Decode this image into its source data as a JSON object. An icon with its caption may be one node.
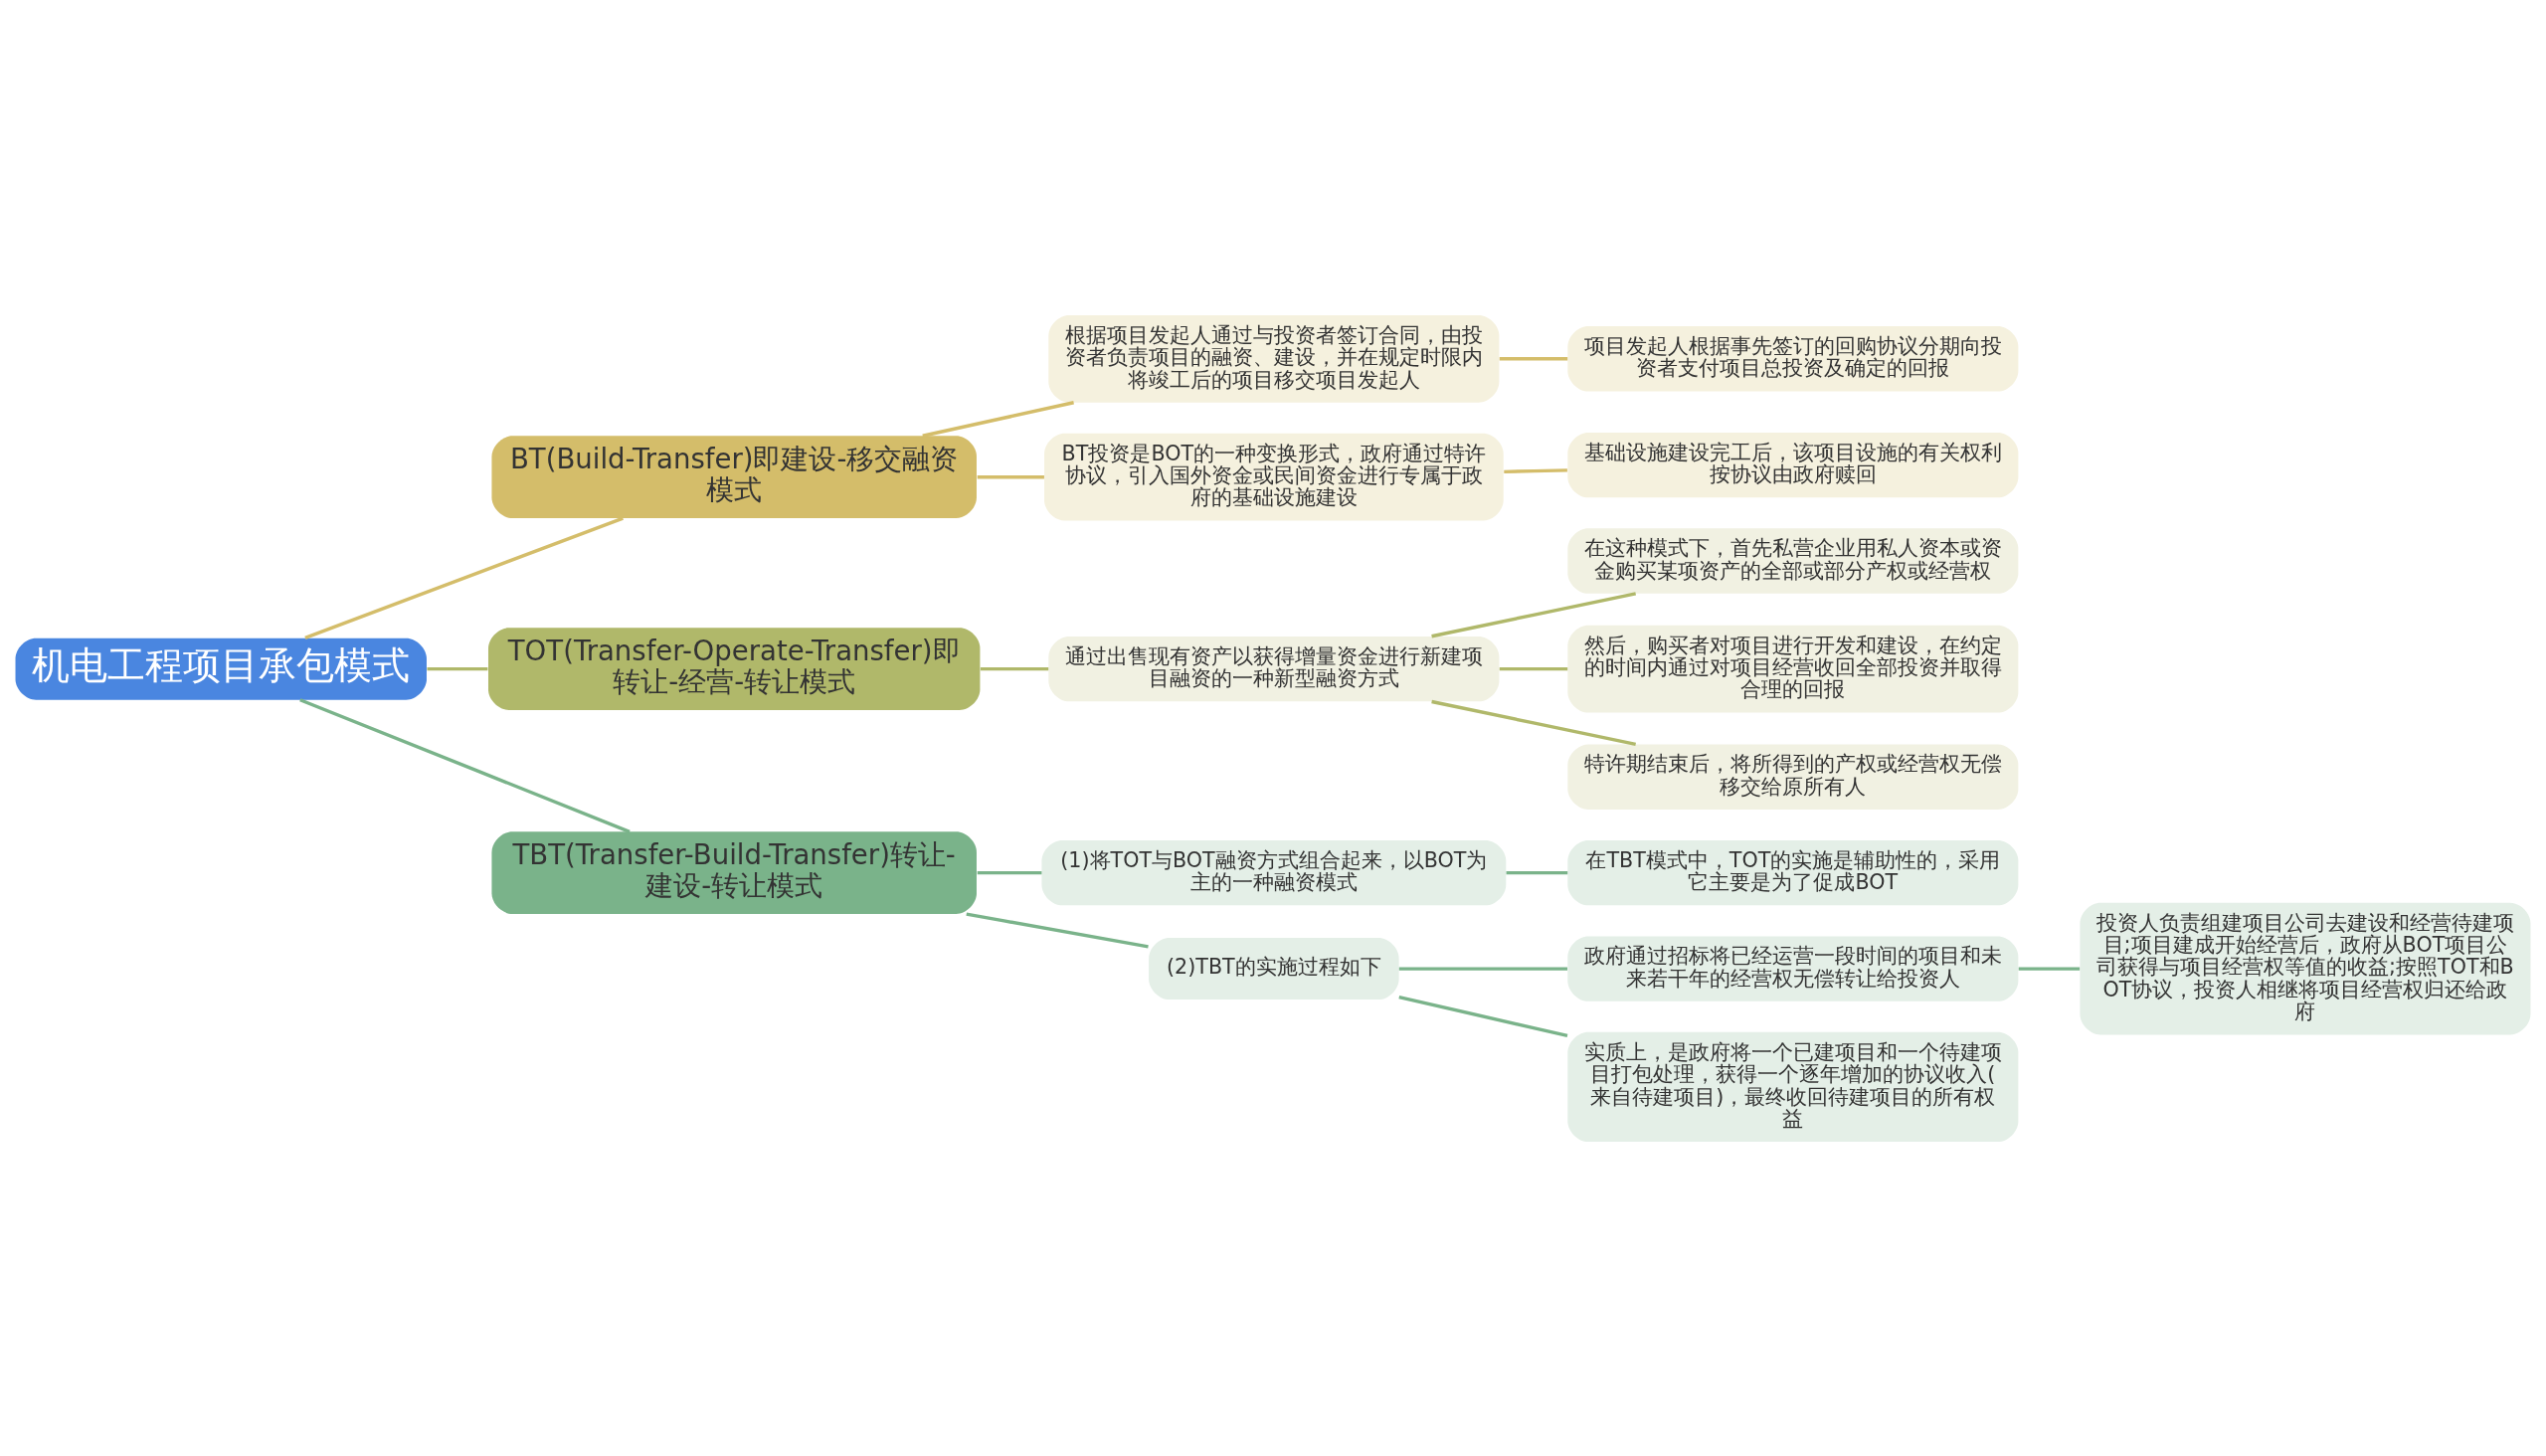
{
  "diagram": {
    "nodes": [
      {
        "text": [
          "机电工程项目承包模式"
        ]
      },
      {
        "text": [
          "BT(Build-Transfer)即建设-移交融资模式"
        ]
      },
      {
        "text": [
          "根据项目发起人通过与投资者签订合同，由投资者负责项目的融资、建设，并在规定时限内将竣工后的项目移交项目发起人"
        ]
      },
      {
        "text": [
          "项目发起人根据事先签订的回购协议分期向投资者支付项目总投资及确定的回报"
        ]
      },
      {
        "text": [
          "BT投资是BOT的一种变换形式，政府通过特许协议，引入国外资金或民间资金进行专属于政府的基础设施建设"
        ]
      },
      {
        "text": [
          "基础设施建设完工后，该项目设施的有关权利按协议由政府赎回"
        ]
      },
      {
        "text": [
          "TOT(Transfer-Operate-Transfer)即转让-经营-转让模式"
        ]
      },
      {
        "text": [
          "通过出售现有资产以获得增量资金进行新建项目融资的一种新型融资方式"
        ]
      },
      {
        "text": [
          "在这种模式下，首先私营企业用私人资本或资金购买某项资产的全部或部分产权或经营权"
        ]
      },
      {
        "text": [
          "然后，购买者对项目进行开发和建设，在约定的时间内通过对项目经营收回全部投资并取得合理的回报"
        ]
      },
      {
        "text": [
          "特许期结束后，将所得到的产权或经营权无偿移交给原所有人"
        ]
      },
      {
        "text": [
          "TBT(Transfer-Build-Transfer)转让-建设-转让模式"
        ]
      },
      {
        "text": [
          "(1)将TOT与BOT融资方式组合起来，以BOT为主的一种融资模式"
        ]
      },
      {
        "text": [
          "在TBT模式中，TOT的实施是辅助性的，采用它主要是为了促成BOT"
        ]
      },
      {
        "text": [
          "(2)TBT的实施过程如下"
        ]
      },
      {
        "text": [
          "政府通过招标将已经运营一段时间的项目和未来若干年的经营权无偿转让给投资人"
        ]
      },
      {
        "text": [
          "投资人负责组建项目公司去建设和经营待建项目;项目建成开始经营后，政府从BOT项目公司获得与项目经营权等值的收益;按照TOT和BOT协议，投资人相继将项目经营权归还给政府"
        ]
      },
      {
        "text": [
          "实质上，是政府将一个已建项目和一个待建项目打包处理，获得一个逐年增加的协议收入(来自待建项目)，最终收回待建项目的所有权益"
        ]
      }
    ],
    "edges": [
      {
        "from": 0,
        "to": 1,
        "arrow": "none",
        "color": "#d4bd6a"
      },
      {
        "from": 1,
        "to": 2,
        "arrow": "none",
        "color": "#d4bd6a"
      },
      {
        "from": 2,
        "to": 3,
        "arrow": "none",
        "color": "#d4bd6a"
      },
      {
        "from": 1,
        "to": 4,
        "arrow": "none",
        "color": "#d4bd6a"
      },
      {
        "from": 4,
        "to": 5,
        "arrow": "none",
        "color": "#d4bd6a"
      },
      {
        "from": 0,
        "to": 6,
        "arrow": "none",
        "color": "#b0b86a"
      },
      {
        "from": 6,
        "to": 7,
        "arrow": "none",
        "color": "#b0b86a"
      },
      {
        "from": 7,
        "to": 8,
        "arrow": "none",
        "color": "#b0b86a"
      },
      {
        "from": 7,
        "to": 9,
        "arrow": "none",
        "color": "#b0b86a"
      },
      {
        "from": 7,
        "to": 10,
        "arrow": "none",
        "color": "#b0b86a"
      },
      {
        "from": 0,
        "to": 11,
        "arrow": "none"
      },
      {
        "from": 11,
        "to": 12,
        "arrow": "none"
      },
      {
        "from": 12,
        "to": 13,
        "arrow": "none"
      },
      {
        "from": 11,
        "to": 14,
        "arrow": "none"
      },
      {
        "from": 14,
        "to": 15,
        "arrow": "none"
      },
      {
        "from": 15,
        "to": 16,
        "arrow": "none"
      },
      {
        "from": 14,
        "to": 17,
        "arrow": "none"
      }
    ]
  }
}
